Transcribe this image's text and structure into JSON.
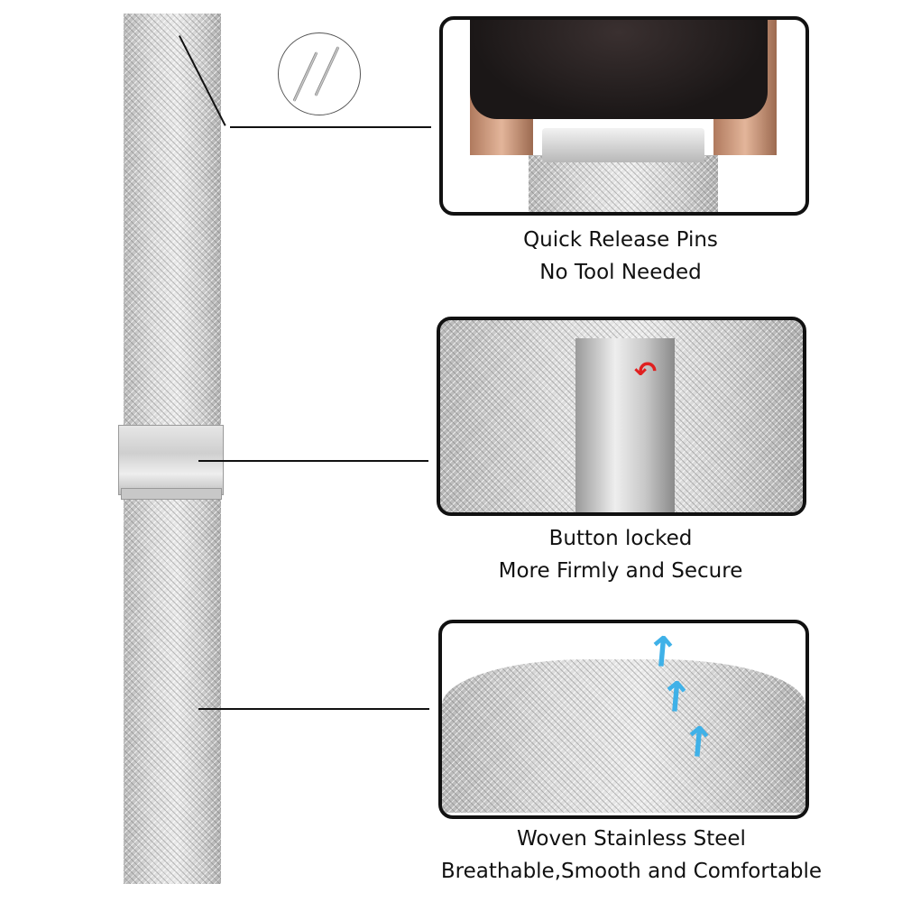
{
  "features": [
    {
      "title": "Quick Release Pins",
      "subtitle": "No Tool Needed"
    },
    {
      "title": "Button locked",
      "subtitle": "More Firmly and Secure"
    },
    {
      "title": "Woven Stainless Steel",
      "subtitle": "Breathable,Smooth and Comfortable"
    }
  ],
  "colors": {
    "frame": "#111111",
    "arrow_red": "#e02020",
    "flow_blue": "#3fb1e8",
    "steel": "#d4d4d4"
  },
  "icons": [
    "quick-release-pin-icon",
    "red-curved-arrow-icon",
    "blue-airflow-arrow-icon"
  ]
}
